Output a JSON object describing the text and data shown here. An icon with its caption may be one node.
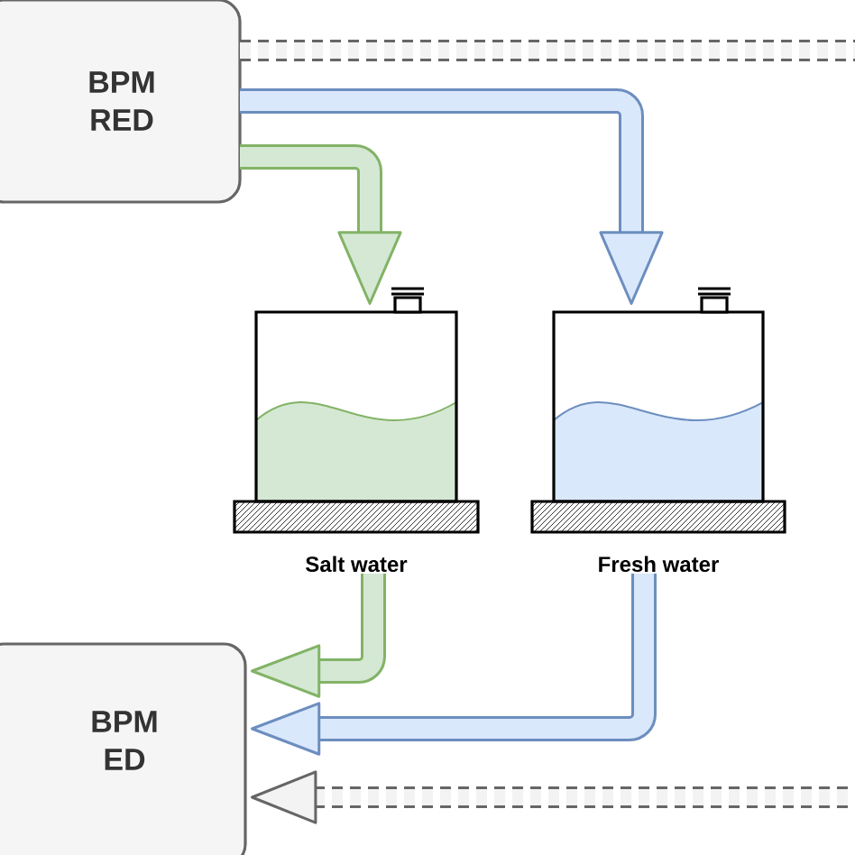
{
  "diagram": {
    "nodes": [
      {
        "text": [
          "BPM RED"
        ]
      },
      {
        "text": [
          "Salt water"
        ]
      },
      {
        "text": [
          "Fresh water"
        ]
      },
      {
        "text": [
          "BPM ED"
        ]
      }
    ],
    "edges": [
      {
        "from": 0,
        "to": 1,
        "arrow": "to",
        "color": "#82b366"
      },
      {
        "from": 0,
        "to": 2,
        "arrow": "to",
        "color": "#6c8ebf"
      },
      {
        "from": 1,
        "to": 3,
        "arrow": "to",
        "color": "#82b366"
      },
      {
        "from": 2,
        "to": 3,
        "arrow": "to",
        "color": "#6c8ebf"
      },
      {
        "from": 0,
        "to": null,
        "arrow": "none",
        "style": "dashed",
        "color": "#666666"
      },
      {
        "from": null,
        "to": 3,
        "arrow": "to",
        "style": "dashed",
        "color": "#666666"
      }
    ]
  }
}
